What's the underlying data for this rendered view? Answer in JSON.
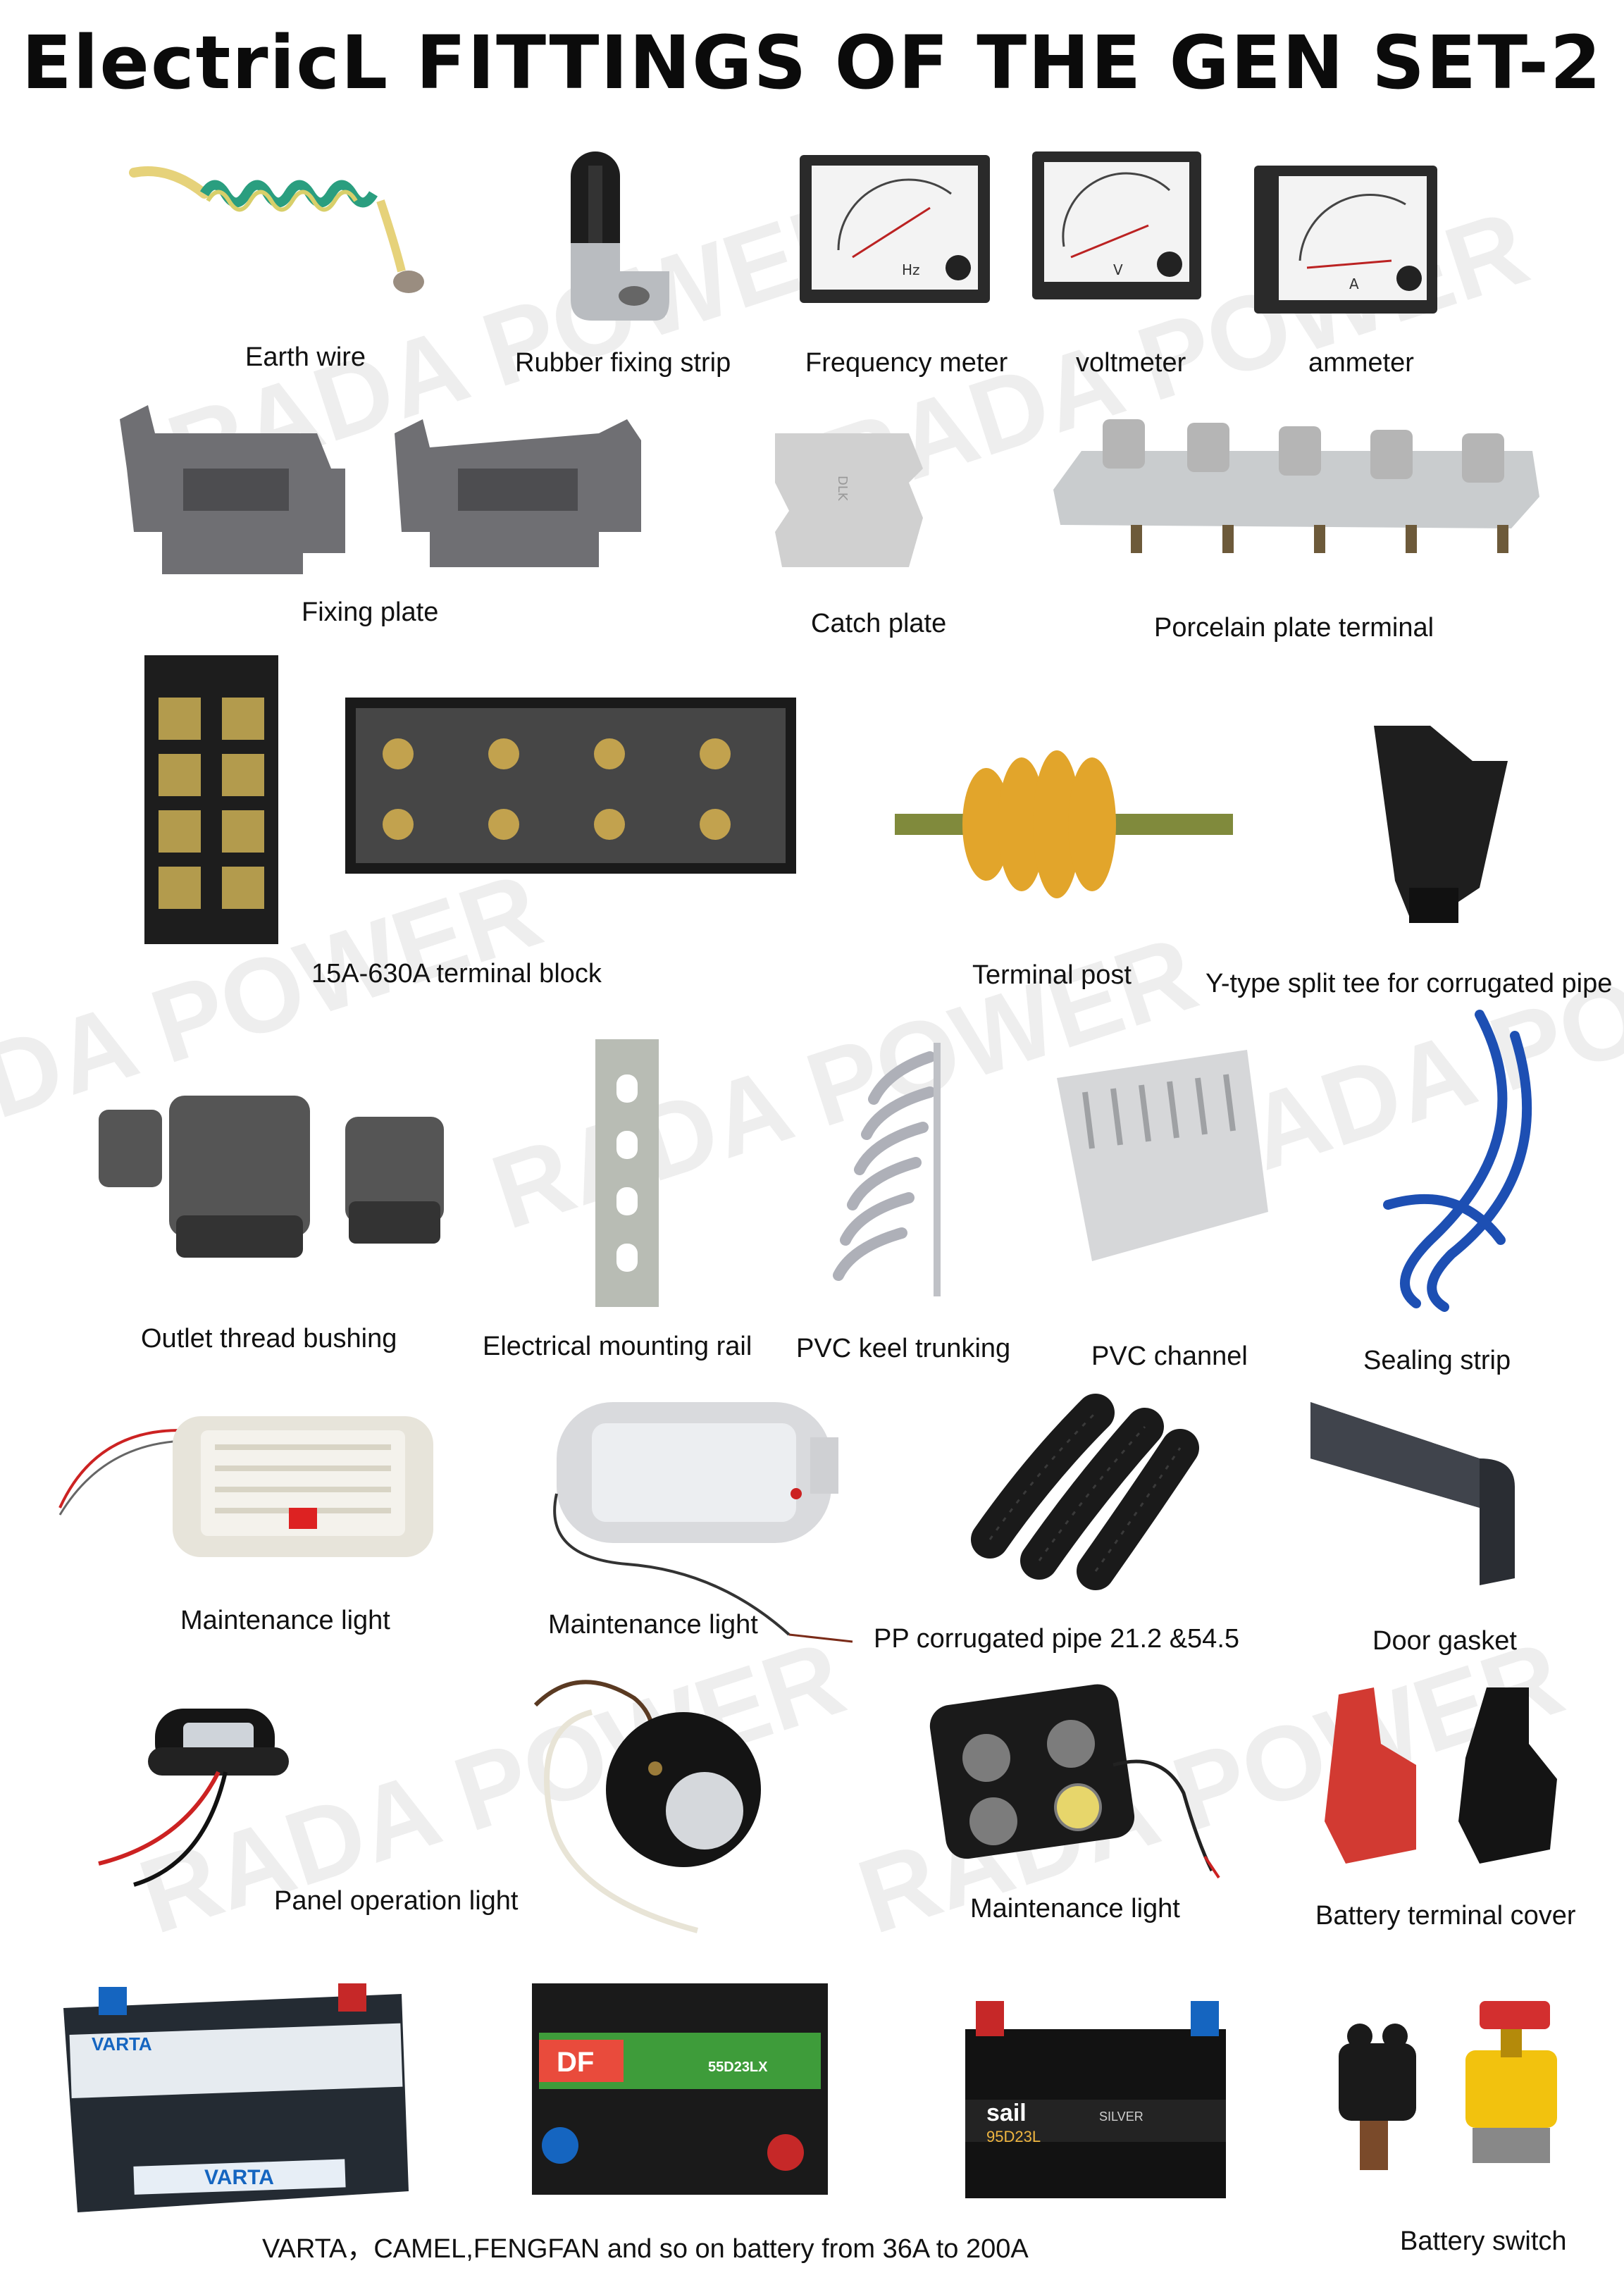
{
  "title": "ElectricL FITTINGS OF THE GEN SET-2",
  "watermark": "RADA POWER",
  "captions": {
    "earth_wire": "Earth wire",
    "rubber_fixing_strip": "Rubber fixing strip",
    "frequency_meter": "Frequency meter",
    "voltmeter": "voltmeter",
    "ammeter": "ammeter",
    "fixing_plate": "Fixing plate",
    "catch_plate": "Catch plate",
    "porcelain_plate_terminal": "Porcelain plate terminal",
    "terminal_block": "15A-630A terminal block",
    "terminal_post": "Terminal post",
    "y_type_split_tee": "Y-type split tee for corrugated pipe",
    "outlet_thread_bushing": "Outlet thread bushing",
    "electrical_mounting_rail": "Electrical mounting rail",
    "pvc_keel_trunking": "PVC keel trunking",
    "pvc_channel": "PVC channel",
    "sealing_strip": "Sealing strip",
    "maintenance_light_1": "Maintenance light",
    "maintenance_light_2": "Maintenance light",
    "pp_corrugated_pipe": "PP  corrugated pipe 21.2 &54.5",
    "door_gasket": "Door gasket",
    "panel_operation_light": "Panel operation light",
    "maintenance_light_3": "Maintenance light",
    "battery_terminal_cover": "Battery terminal cover",
    "battery_range": "VARTA，CAMEL,FENGFAN and so on battery from 36A to 200A",
    "battery_switch": "Battery switch"
  },
  "product_labels": {
    "varta_top": "VARTA",
    "varta_front": "VARTA",
    "camel_brand": "DF",
    "camel_model": "55D23LX",
    "sail_brand": "sail",
    "sail_model": "95D23L",
    "sail_silver": "SILVER",
    "meter_freq_scale": "Hz",
    "meter_volt_scale": "V",
    "meter_amp_scale": "A"
  },
  "colors": {
    "battery_red": "#c62828",
    "battery_blue": "#1565c0",
    "cover_red": "#d23a32",
    "pipe_black": "#1a1a1a",
    "yellow_insulator": "#e2a52b",
    "sealing_blue": "#1d4fb3",
    "switch_yellow": "#f2c20e"
  }
}
